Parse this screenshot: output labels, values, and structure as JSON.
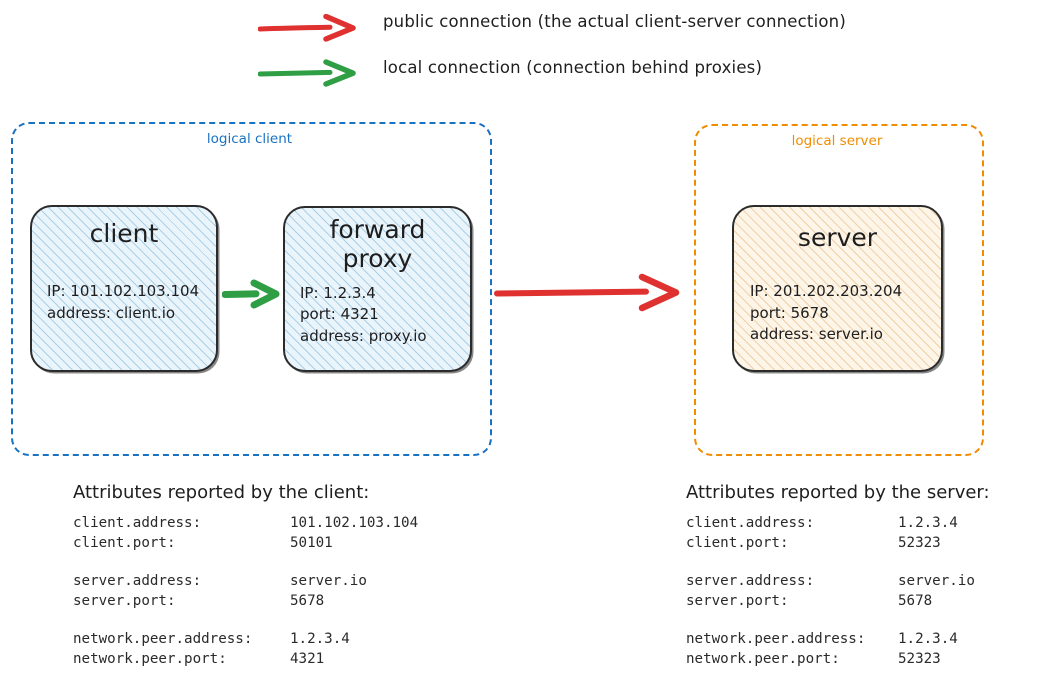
{
  "legend": {
    "items": [
      {
        "icon": "red-right-arrow-icon",
        "color": "#e03131",
        "label": "public connection (the actual client-server connection)"
      },
      {
        "icon": "green-right-arrow-icon",
        "color": "#2f9e44",
        "label": "local connection (connection behind proxies)"
      }
    ]
  },
  "groups": {
    "client": {
      "label": "logical client",
      "color": "#1971c2"
    },
    "server": {
      "label": "logical server",
      "color": "#f08c00"
    }
  },
  "nodes": {
    "client": {
      "title": "client",
      "props": "IP: 101.102.103.104\naddress: client.io"
    },
    "forward_proxy": {
      "title": "forward\nproxy",
      "props": "IP: 1.2.3.4\nport: 4321\naddress: proxy.io"
    },
    "server": {
      "title": "server",
      "props": "IP: 201.202.203.204\nport: 5678\naddress: server.io"
    }
  },
  "connectors": {
    "client_to_proxy": {
      "icon": "green-right-arrow-icon",
      "color": "#2f9e44",
      "kind": "local connection"
    },
    "proxy_to_server": {
      "icon": "red-right-arrow-icon",
      "color": "#e03131",
      "kind": "public connection"
    }
  },
  "attributes": {
    "client": {
      "heading": "Attributes reported by the client:",
      "groups": [
        [
          {
            "key": "client.address:",
            "value": "101.102.103.104"
          },
          {
            "key": "client.port:",
            "value": "50101"
          }
        ],
        [
          {
            "key": "server.address:",
            "value": "server.io"
          },
          {
            "key": "server.port:",
            "value": "5678"
          }
        ],
        [
          {
            "key": "network.peer.address:",
            "value": "1.2.3.4"
          },
          {
            "key": "network.peer.port:",
            "value": "4321"
          }
        ]
      ]
    },
    "server": {
      "heading": "Attributes reported by the server:",
      "groups": [
        [
          {
            "key": "client.address:",
            "value": "1.2.3.4"
          },
          {
            "key": "client.port:",
            "value": "52323"
          }
        ],
        [
          {
            "key": "server.address:",
            "value": "server.io"
          },
          {
            "key": "server.port:",
            "value": "5678"
          }
        ],
        [
          {
            "key": "network.peer.address:",
            "value": "1.2.3.4"
          },
          {
            "key": "network.peer.port:",
            "value": "52323"
          }
        ]
      ]
    }
  }
}
